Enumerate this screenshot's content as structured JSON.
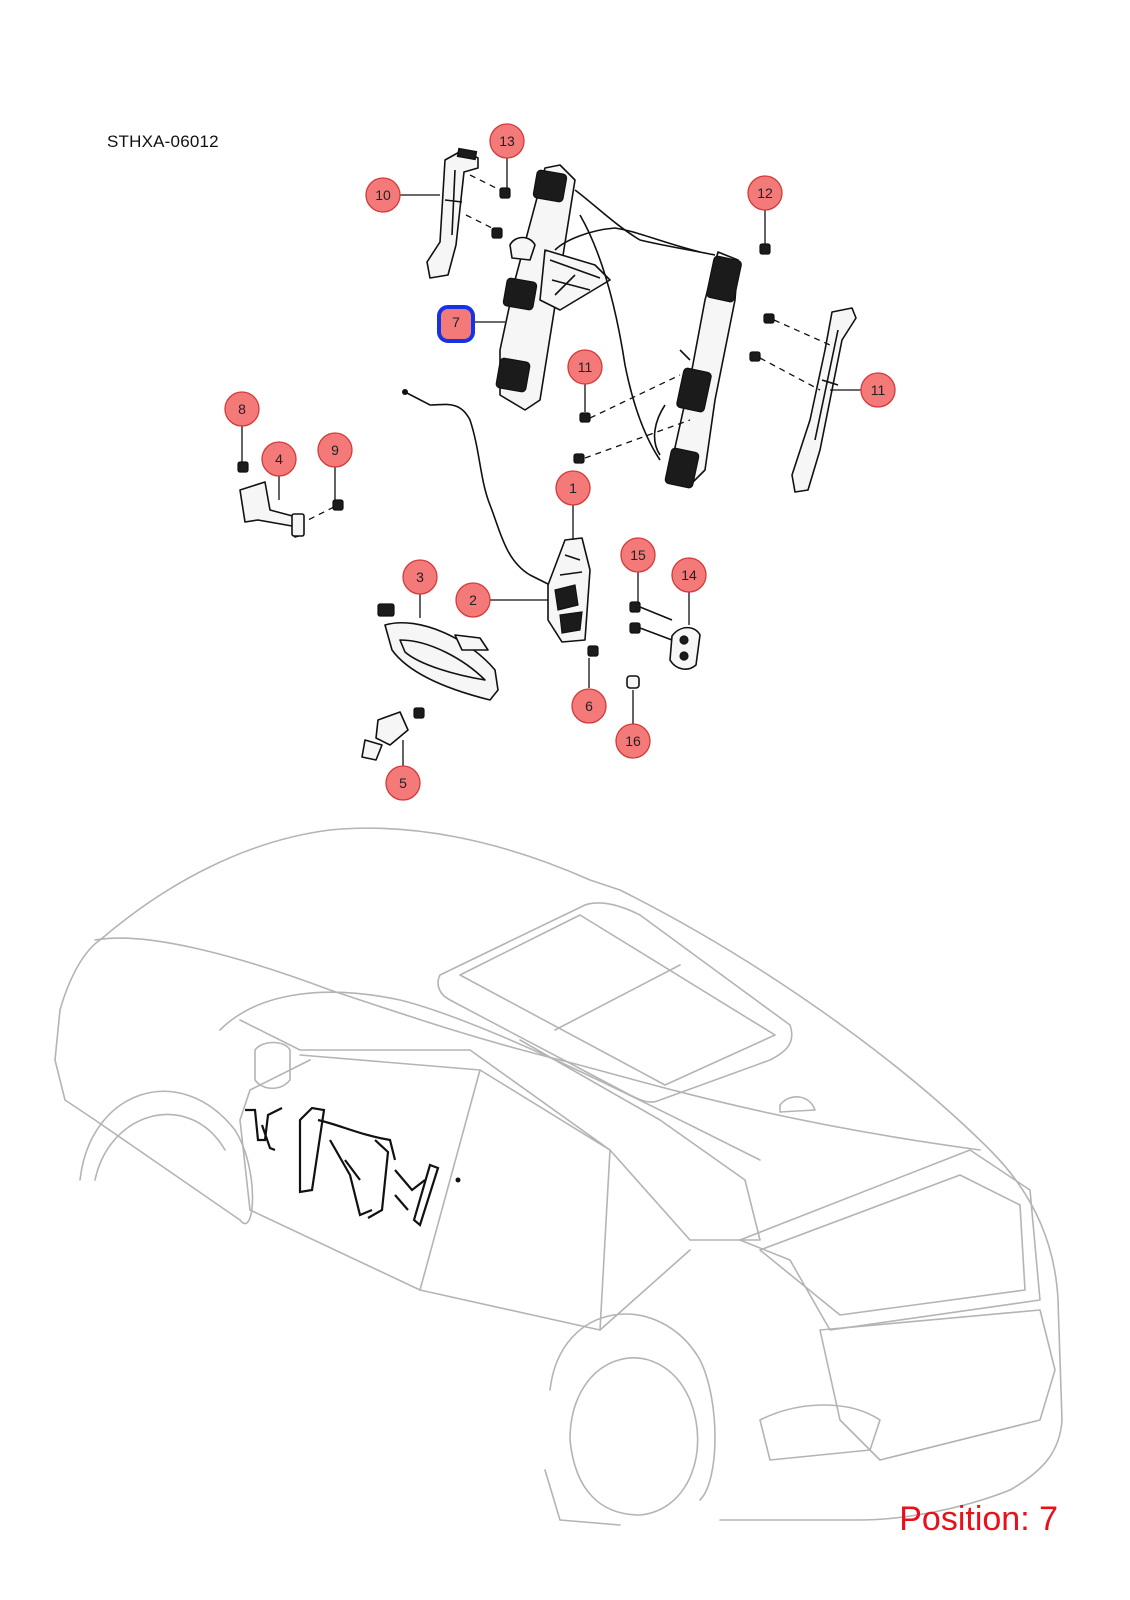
{
  "diagram_code": "STHXA-06012",
  "position_label": "Position: 7",
  "accent_color": "#e8101a",
  "callout_color": "#f47a7a",
  "selection_color": "#1432e6",
  "selected_callout": "7",
  "callouts": [
    {
      "id": "c13",
      "label": "13"
    },
    {
      "id": "c10",
      "label": "10"
    },
    {
      "id": "c12",
      "label": "12"
    },
    {
      "id": "c7",
      "label": "7"
    },
    {
      "id": "c11a",
      "label": "11"
    },
    {
      "id": "c11b",
      "label": "11"
    },
    {
      "id": "c8",
      "label": "8"
    },
    {
      "id": "c4",
      "label": "4"
    },
    {
      "id": "c9",
      "label": "9"
    },
    {
      "id": "c1",
      "label": "1"
    },
    {
      "id": "c15",
      "label": "15"
    },
    {
      "id": "c14",
      "label": "14"
    },
    {
      "id": "c3",
      "label": "3"
    },
    {
      "id": "c2",
      "label": "2"
    },
    {
      "id": "c6",
      "label": "6"
    },
    {
      "id": "c16",
      "label": "16"
    },
    {
      "id": "c5",
      "label": "5"
    }
  ]
}
